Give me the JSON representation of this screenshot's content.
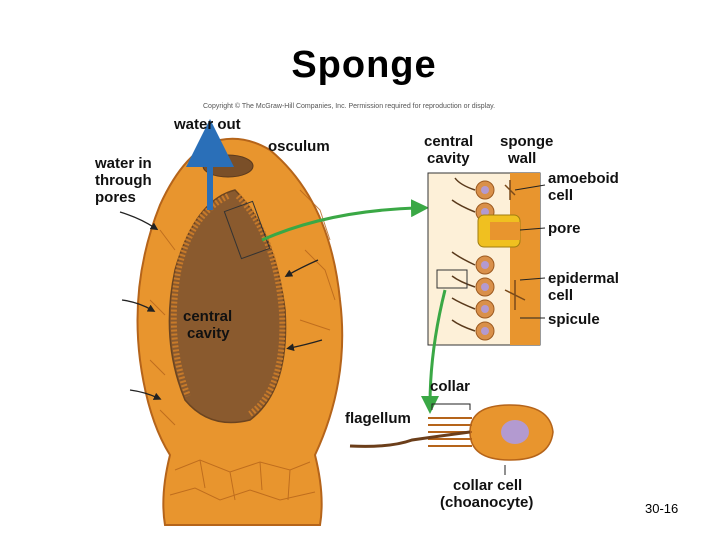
{
  "title": "Sponge",
  "copyright": "Copyright © The McGraw-Hill Companies, Inc. Permission required for reproduction or display.",
  "labels": {
    "water_out": "water out",
    "osculum": "osculum",
    "water_in_1": "water in",
    "water_in_2": "through",
    "water_in_3": "pores",
    "central_cavity_1": "central",
    "central_cavity_2": "cavity",
    "inset_central_1": "central",
    "inset_central_2": "cavity",
    "sponge_wall_1": "sponge",
    "sponge_wall_2": "wall",
    "amoeboid_1": "amoeboid",
    "amoeboid_2": "cell",
    "pore": "pore",
    "epidermal_1": "epidermal",
    "epidermal_2": "cell",
    "spicule": "spicule",
    "collar": "collar",
    "flagellum": "flagellum",
    "collar_cell_1": "collar cell",
    "collar_cell_2": "(choanocyte)"
  },
  "slide_number": "30-16",
  "colors": {
    "sponge_body": "#e8952e",
    "sponge_outline": "#b5641a",
    "cavity": "#8a5a2e",
    "arrow_green": "#3aa845",
    "arrow_blue": "#2a6fb8",
    "nucleus": "#b39ad0"
  }
}
